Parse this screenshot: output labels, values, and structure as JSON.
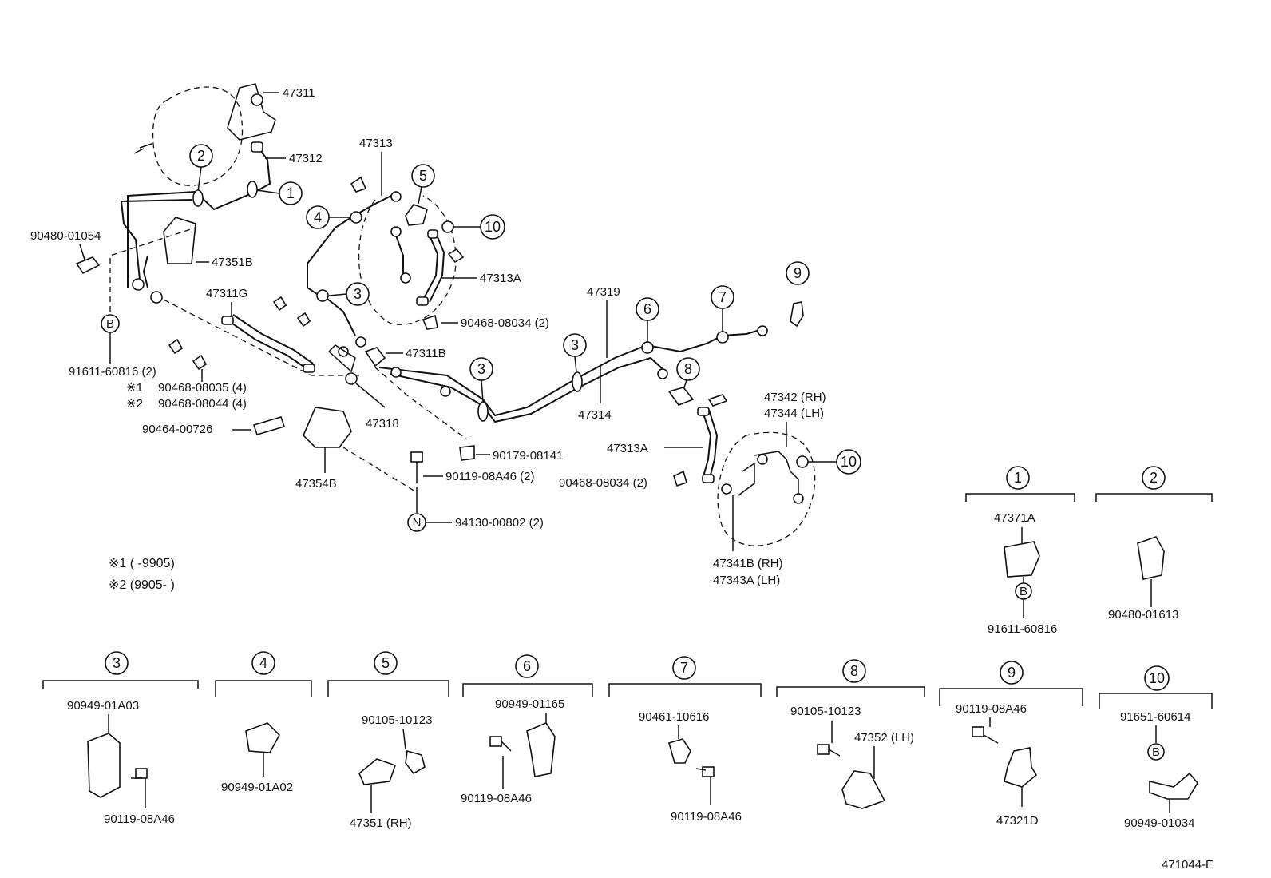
{
  "labels": {
    "p47311": "47311",
    "p47312": "47312",
    "p47313": "47313",
    "p90480_01054": "90480-01054",
    "p47351B": "47351B",
    "p47311G": "47311G",
    "p47313A_top": "47313A",
    "p90468_08034_top": "90468-08034 (2)",
    "p47319": "47319",
    "p47311B": "47311B",
    "p91611_60816_2": "91611-60816 (2)",
    "p90468_08035": "90468-08035 (4)",
    "p90468_08044": "90468-08044 (4)",
    "mark1": "※1",
    "mark2": "※2",
    "p47318": "47318",
    "p47314": "47314",
    "p90464_00726": "90464-00726",
    "p90179_08141": "90179-08141",
    "p90119_08A46_2": "90119-08A46 (2)",
    "p47354B": "47354B",
    "p94130_00802": "94130-00802 (2)",
    "p47342": "47342 (RH)",
    "p47344": "47344 (LH)",
    "p47313A_mid": "47313A",
    "p90468_08034_mid": "90468-08034 (2)",
    "p47341B": "47341B (RH)",
    "p47343A": "47343A (LH)",
    "note1": "※1 (      -9905)",
    "note2": "※2 (9905-      )",
    "d1_p1": "47371A",
    "d1_p2": "91611-60816",
    "d2_p1": "90480-01613",
    "d3_p1": "90949-01A03",
    "d3_p2": "90119-08A46",
    "d4_p1": "90949-01A02",
    "d5_p1": "90105-10123",
    "d5_p2": "47351 (RH)",
    "d6_p1": "90949-01165",
    "d6_p2": "90119-08A46",
    "d7_p1": "90461-10616",
    "d7_p2": "90119-08A46",
    "d8_p1": "90105-10123",
    "d8_p2": "47352 (LH)",
    "d9_p1": "90119-08A46",
    "d9_p2": "47321D",
    "d10_p1": "91651-60614",
    "d10_p2": "90949-01034",
    "footer": "471044-E",
    "letterB": "B",
    "letterN": "N"
  },
  "callouts": {
    "c1": "1",
    "c2": "2",
    "c3": "3",
    "c4": "4",
    "c5": "5",
    "c6": "6",
    "c7": "7",
    "c8": "8",
    "c9": "9",
    "c10": "10"
  }
}
